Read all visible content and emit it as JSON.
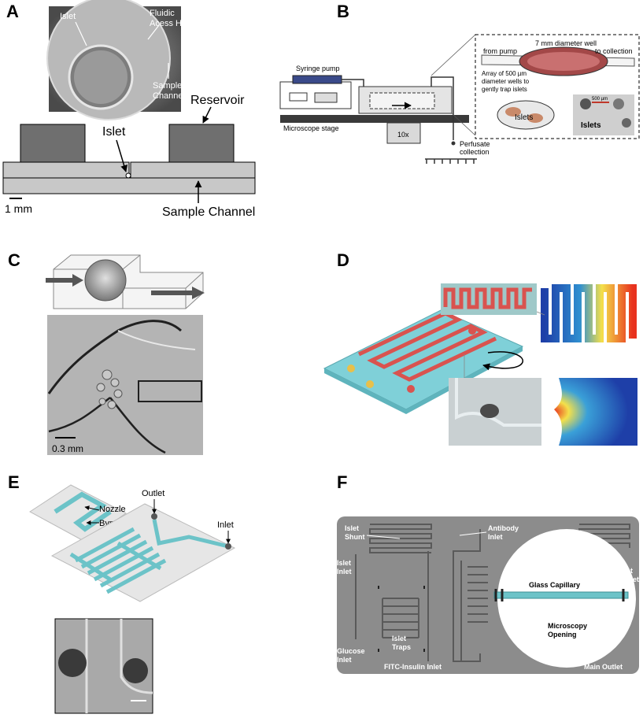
{
  "panels": {
    "A": {
      "label": "A",
      "photo_labels": {
        "islet": "Islet",
        "access_hole": "Fluidic\nAcess Hole",
        "sample_channel": "Sample\nChannel"
      },
      "schematic_labels": {
        "reservoir": "Reservoir",
        "islet": "Islet",
        "sample_channel": "Sample Channel"
      },
      "scale_bar": "1 mm"
    },
    "B": {
      "label": "B",
      "labels": {
        "syringe_pump": "Syringe pump",
        "microscope_stage": "Microscope stage",
        "objective": "10x",
        "perfusate": "Perfusate\ncollection",
        "from_pump": "from pump",
        "well": "7 mm diameter well",
        "to_collection": "to collection",
        "array": "Array of 500 µm\ndiameter wells to\ngently trap islets",
        "islets_inset": "Islets",
        "islets_photo": "Islets",
        "photo_scale": "500 µm"
      }
    },
    "C": {
      "label": "C",
      "scale_bar": "0.3 mm"
    },
    "D": {
      "label": "D"
    },
    "E": {
      "label": "E",
      "labels": {
        "nozzle": "Nozzle",
        "bypass": "Bypass",
        "outlet": "Outlet",
        "inlet": "Inlet"
      }
    },
    "F": {
      "label": "F",
      "labels": {
        "islet_shunt": "Islet\nShunt",
        "antibody_inlet": "Antibody\nInlet",
        "islet_inlet": "Islet\nInlet",
        "islet_outlet": "Islet\nOutlet",
        "glass_capillary": "Glass Capillary",
        "islet_traps": "Islet\nTraps",
        "microscopy_opening": "Microscopy\nOpening",
        "glucose_inlet": "Glucose\nInlet",
        "fitc_insulin_inlet": "FITC-Insulin Inlet",
        "main_outlet": "Main Outlet"
      }
    }
  },
  "colors": {
    "device_gray": "#8c8c8c",
    "channel_teal": "#6cc3c8",
    "chip_blue": "#7fd0d8",
    "serpentine_red": "#d9534f",
    "heat_red": "#e8321e",
    "heat_yellow": "#f4e04a",
    "heat_blue": "#2a64c8"
  }
}
